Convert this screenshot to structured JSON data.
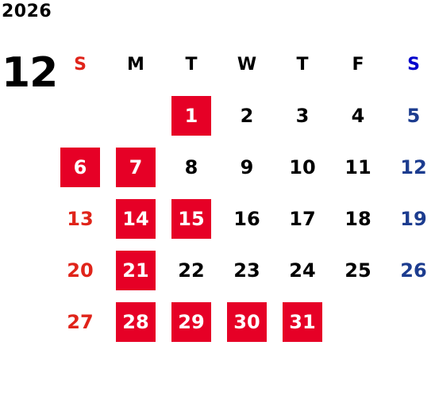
{
  "header": {
    "year": "2026",
    "month": "12"
  },
  "colors": {
    "black": "#000000",
    "sunday": "#e0241a",
    "saturday": "#1c3c8f",
    "saturday_header": "#0000cc",
    "holiday_bg": "#e60026",
    "holiday_text": "#ffffff"
  },
  "weekdays": [
    "S",
    "M",
    "T",
    "W",
    "T",
    "F",
    "S"
  ],
  "weeks": [
    [
      {
        "day": "",
        "holiday": false
      },
      {
        "day": "",
        "holiday": false
      },
      {
        "day": "1",
        "holiday": true
      },
      {
        "day": "2",
        "holiday": false
      },
      {
        "day": "3",
        "holiday": false
      },
      {
        "day": "4",
        "holiday": false
      },
      {
        "day": "5",
        "holiday": false
      }
    ],
    [
      {
        "day": "6",
        "holiday": true
      },
      {
        "day": "7",
        "holiday": true
      },
      {
        "day": "8",
        "holiday": false
      },
      {
        "day": "9",
        "holiday": false
      },
      {
        "day": "10",
        "holiday": false
      },
      {
        "day": "11",
        "holiday": false
      },
      {
        "day": "12",
        "holiday": false
      }
    ],
    [
      {
        "day": "13",
        "holiday": false
      },
      {
        "day": "14",
        "holiday": true
      },
      {
        "day": "15",
        "holiday": true
      },
      {
        "day": "16",
        "holiday": false
      },
      {
        "day": "17",
        "holiday": false
      },
      {
        "day": "18",
        "holiday": false
      },
      {
        "day": "19",
        "holiday": false
      }
    ],
    [
      {
        "day": "20",
        "holiday": false
      },
      {
        "day": "21",
        "holiday": true
      },
      {
        "day": "22",
        "holiday": false
      },
      {
        "day": "23",
        "holiday": false
      },
      {
        "day": "24",
        "holiday": false
      },
      {
        "day": "25",
        "holiday": false
      },
      {
        "day": "26",
        "holiday": false
      }
    ],
    [
      {
        "day": "27",
        "holiday": false
      },
      {
        "day": "28",
        "holiday": true
      },
      {
        "day": "29",
        "holiday": true
      },
      {
        "day": "30",
        "holiday": true
      },
      {
        "day": "31",
        "holiday": true
      },
      {
        "day": "",
        "holiday": false
      },
      {
        "day": "",
        "holiday": false
      }
    ]
  ]
}
